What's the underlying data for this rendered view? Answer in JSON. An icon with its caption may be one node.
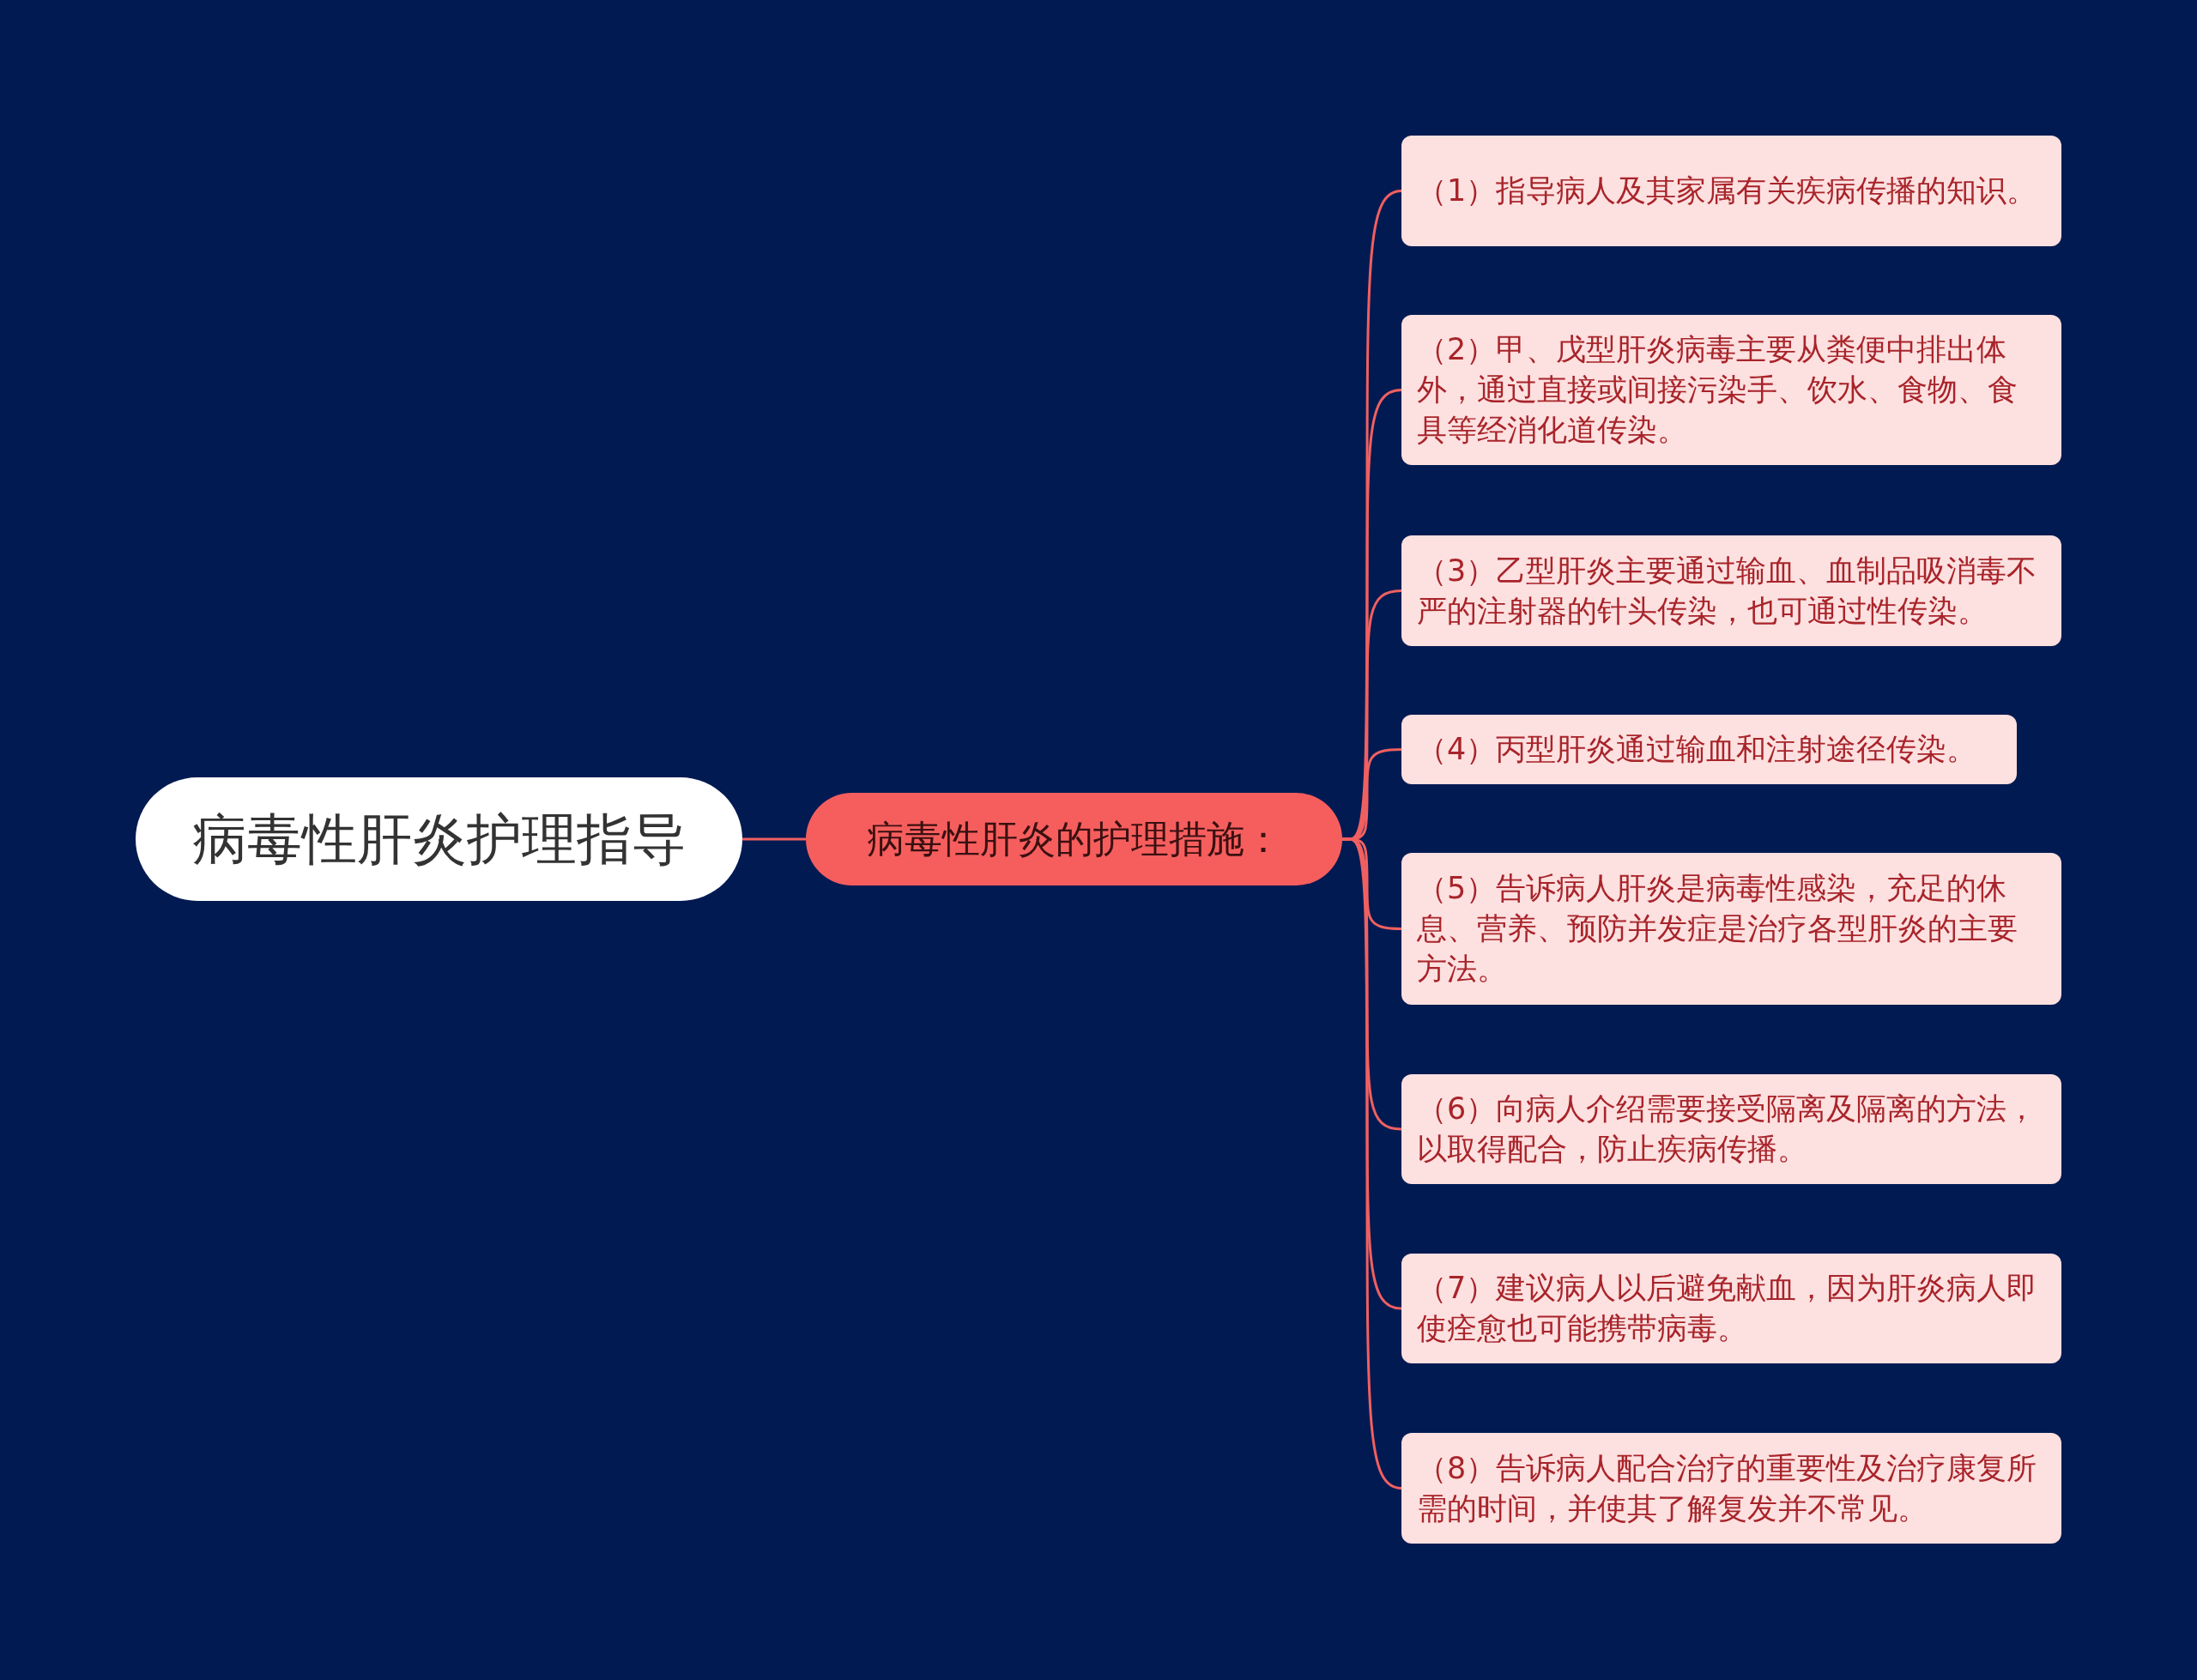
{
  "diagram": {
    "nodes": [
      {
        "text": [
          "病毒性肝炎护理指导"
        ]
      },
      {
        "text": [
          "病毒性肝炎的护理措施："
        ]
      },
      {
        "text": [
          "（1）指导病人及其家属有关疾病传播的知识。"
        ]
      },
      {
        "text": [
          "（2）甲、戊型肝炎病毒主要从粪便中排出体外，通过直接或间接污染手、饮水、食物、食具等经消化道传染。"
        ]
      },
      {
        "text": [
          "（3）乙型肝炎主要通过输血、血制品吸消毒不严的注射器的针头传染，也可通过性传染。"
        ]
      },
      {
        "text": [
          "（4）丙型肝炎通过输血和注射途径传染。"
        ]
      },
      {
        "text": [
          "（5）告诉病人肝炎是病毒性感染，充足的休息、营养、预防并发症是治疗各型肝炎的主要方法。"
        ]
      },
      {
        "text": [
          "（6）向病人介绍需要接受隔离及隔离的方法，以取得配合，防止疾病传播。"
        ]
      },
      {
        "text": [
          "（7）建议病人以后避免献血，因为肝炎病人即使痊愈也可能携带病毒。"
        ]
      },
      {
        "text": [
          "（8）告诉病人配合治疗的重要性及治疗康复所需的时间，并使其了解复发并不常见。"
        ]
      }
    ],
    "edges": [
      {
        "from": 0,
        "to": 1,
        "arrow": "none"
      },
      {
        "from": 1,
        "to": 2,
        "arrow": "none"
      },
      {
        "from": 1,
        "to": 3,
        "arrow": "none"
      },
      {
        "from": 1,
        "to": 4,
        "arrow": "none"
      },
      {
        "from": 1,
        "to": 5,
        "arrow": "none"
      },
      {
        "from": 1,
        "to": 6,
        "arrow": "none"
      },
      {
        "from": 1,
        "to": 7,
        "arrow": "none"
      },
      {
        "from": 1,
        "to": 8,
        "arrow": "none"
      },
      {
        "from": 1,
        "to": 9,
        "arrow": "none"
      }
    ]
  }
}
